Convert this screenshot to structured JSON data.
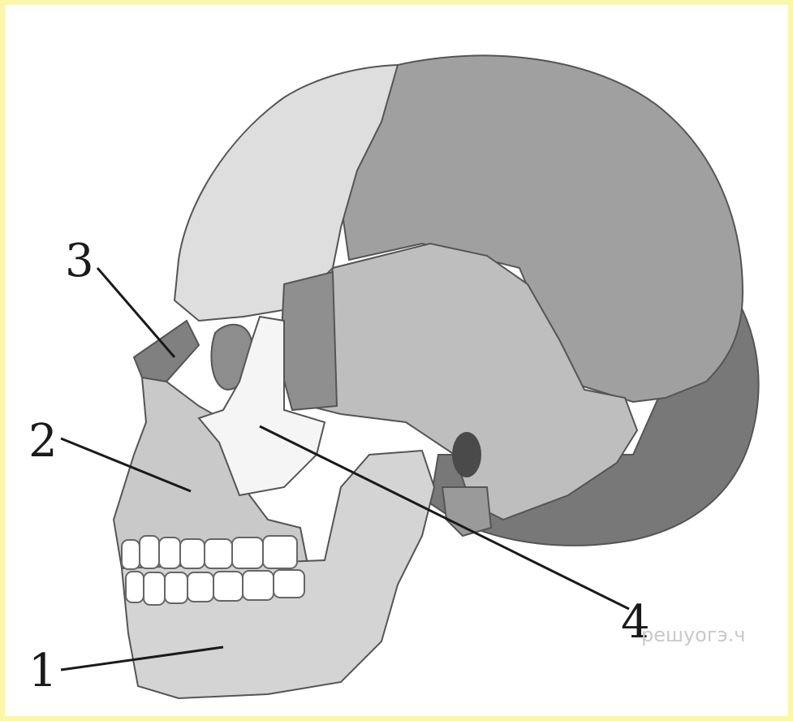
{
  "diagram": {
    "labels": [
      {
        "id": "1",
        "text": "1"
      },
      {
        "id": "2",
        "text": "2"
      },
      {
        "id": "3",
        "text": "3"
      },
      {
        "id": "4",
        "text": "4"
      }
    ],
    "watermark": "решуогэ.ч"
  },
  "colors": {
    "frame": "#fbf7a8",
    "background": "#ffffff",
    "parietal": "#9f9f9f",
    "frontal": "#dcdcdc",
    "occipital": "#787878",
    "temporal": "#bdbdbd",
    "sphenoid": "#8f8f8f",
    "zygomatic": "#f4f4f4",
    "maxilla": "#c8c8c8",
    "mandible": "#d3d3d3",
    "nasal": "#7f7f7f",
    "teeth": "#ffffff",
    "outline": "#555555",
    "leader": "#1a1a1a"
  }
}
